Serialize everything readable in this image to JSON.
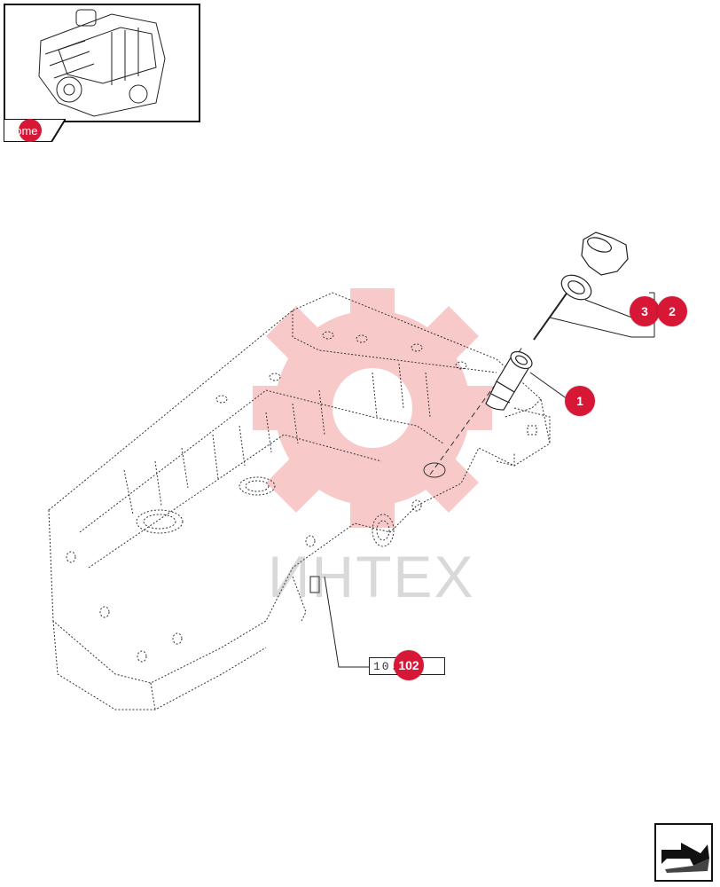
{
  "nav": {
    "home_label": "home",
    "home_icon": "engine-thumbnail"
  },
  "callouts": [
    "1",
    "2",
    "3",
    "102"
  ],
  "reference_box": {
    "text": "10.   01"
  },
  "watermark": {
    "text": "ИНТЕХ"
  },
  "navigation": {
    "next_icon": "arrow-next-icon"
  },
  "colors": {
    "callout": "#d61735",
    "watermark": "#e84040",
    "line": "#222222"
  }
}
